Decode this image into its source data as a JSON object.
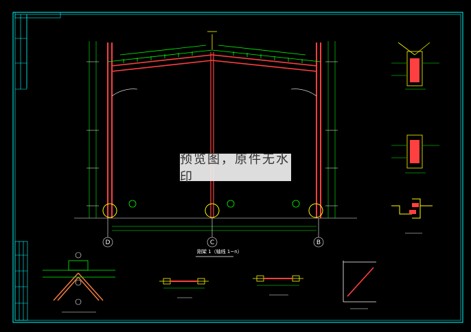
{
  "drawing": {
    "grid_axes": [
      "D",
      "C",
      "B"
    ],
    "main_caption": "刚架 1（轴线 1~n）",
    "watermark": "预览图，原件无水印"
  },
  "colors": {
    "background": "#000000",
    "frame": "#00ffff",
    "steel": "#ff4040",
    "purlin": "#00ff00",
    "text": "#ffffff",
    "accent": "#ffff00",
    "watermark_bg": "#eeeeee"
  }
}
